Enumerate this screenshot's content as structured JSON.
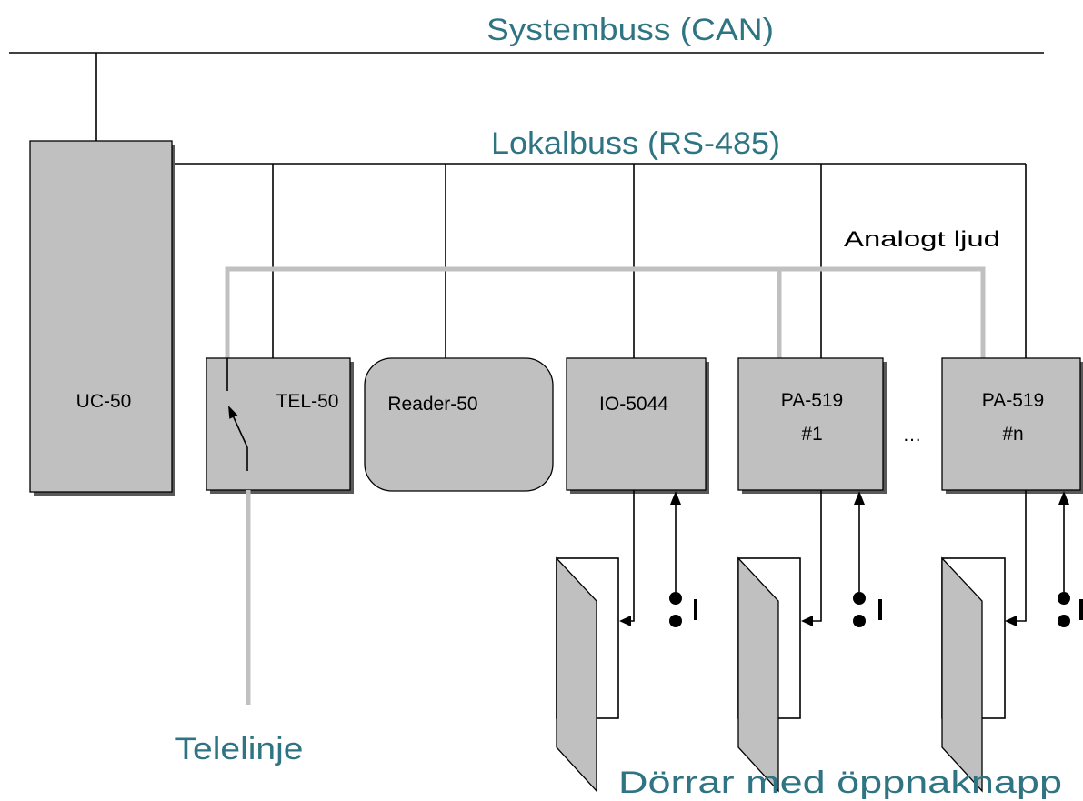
{
  "buses": {
    "system": "Systembuss (CAN)",
    "local": "Lokalbuss (RS-485)",
    "analog": "Analogt ljud"
  },
  "units": {
    "uc": "UC-50",
    "tel": "TEL-50",
    "reader": "Reader-50",
    "io": "IO-5044",
    "pa_first": {
      "name": "PA-519",
      "number": "#1"
    },
    "pa_last": {
      "name": "PA-519",
      "number": "#n"
    },
    "ellipsis": "…"
  },
  "labels": {
    "telephone_line": "Telelinje",
    "doors": "Dörrar med öppnaknapp"
  },
  "colors": {
    "accent": "#2f7482",
    "unit_fill": "#c0c0c0",
    "analog_line": "#c0c0c0",
    "shadow": "#595959",
    "line": "#000000"
  }
}
